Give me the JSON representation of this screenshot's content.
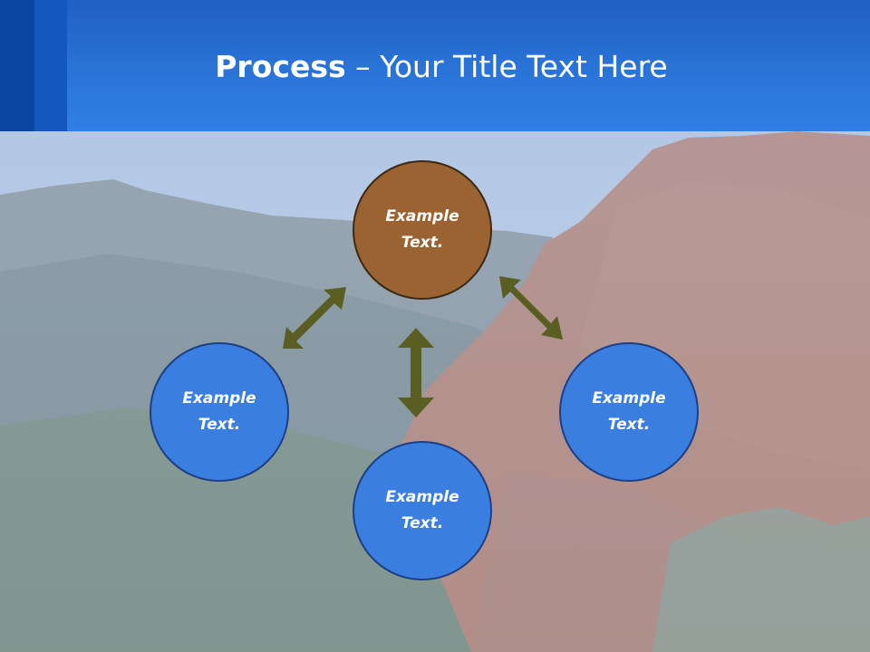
{
  "title": {
    "bold": "Process",
    "rest": " – Your Title Text Here"
  },
  "nodes": {
    "top": "Example Text.",
    "left": "Example Text.",
    "right": "Example Text.",
    "bottom": "Example Text."
  },
  "colors": {
    "header": "#2a74d8",
    "node_blue": "#3a7fe0",
    "node_brown": "#9a6331",
    "arrow": "#5b5e22"
  }
}
